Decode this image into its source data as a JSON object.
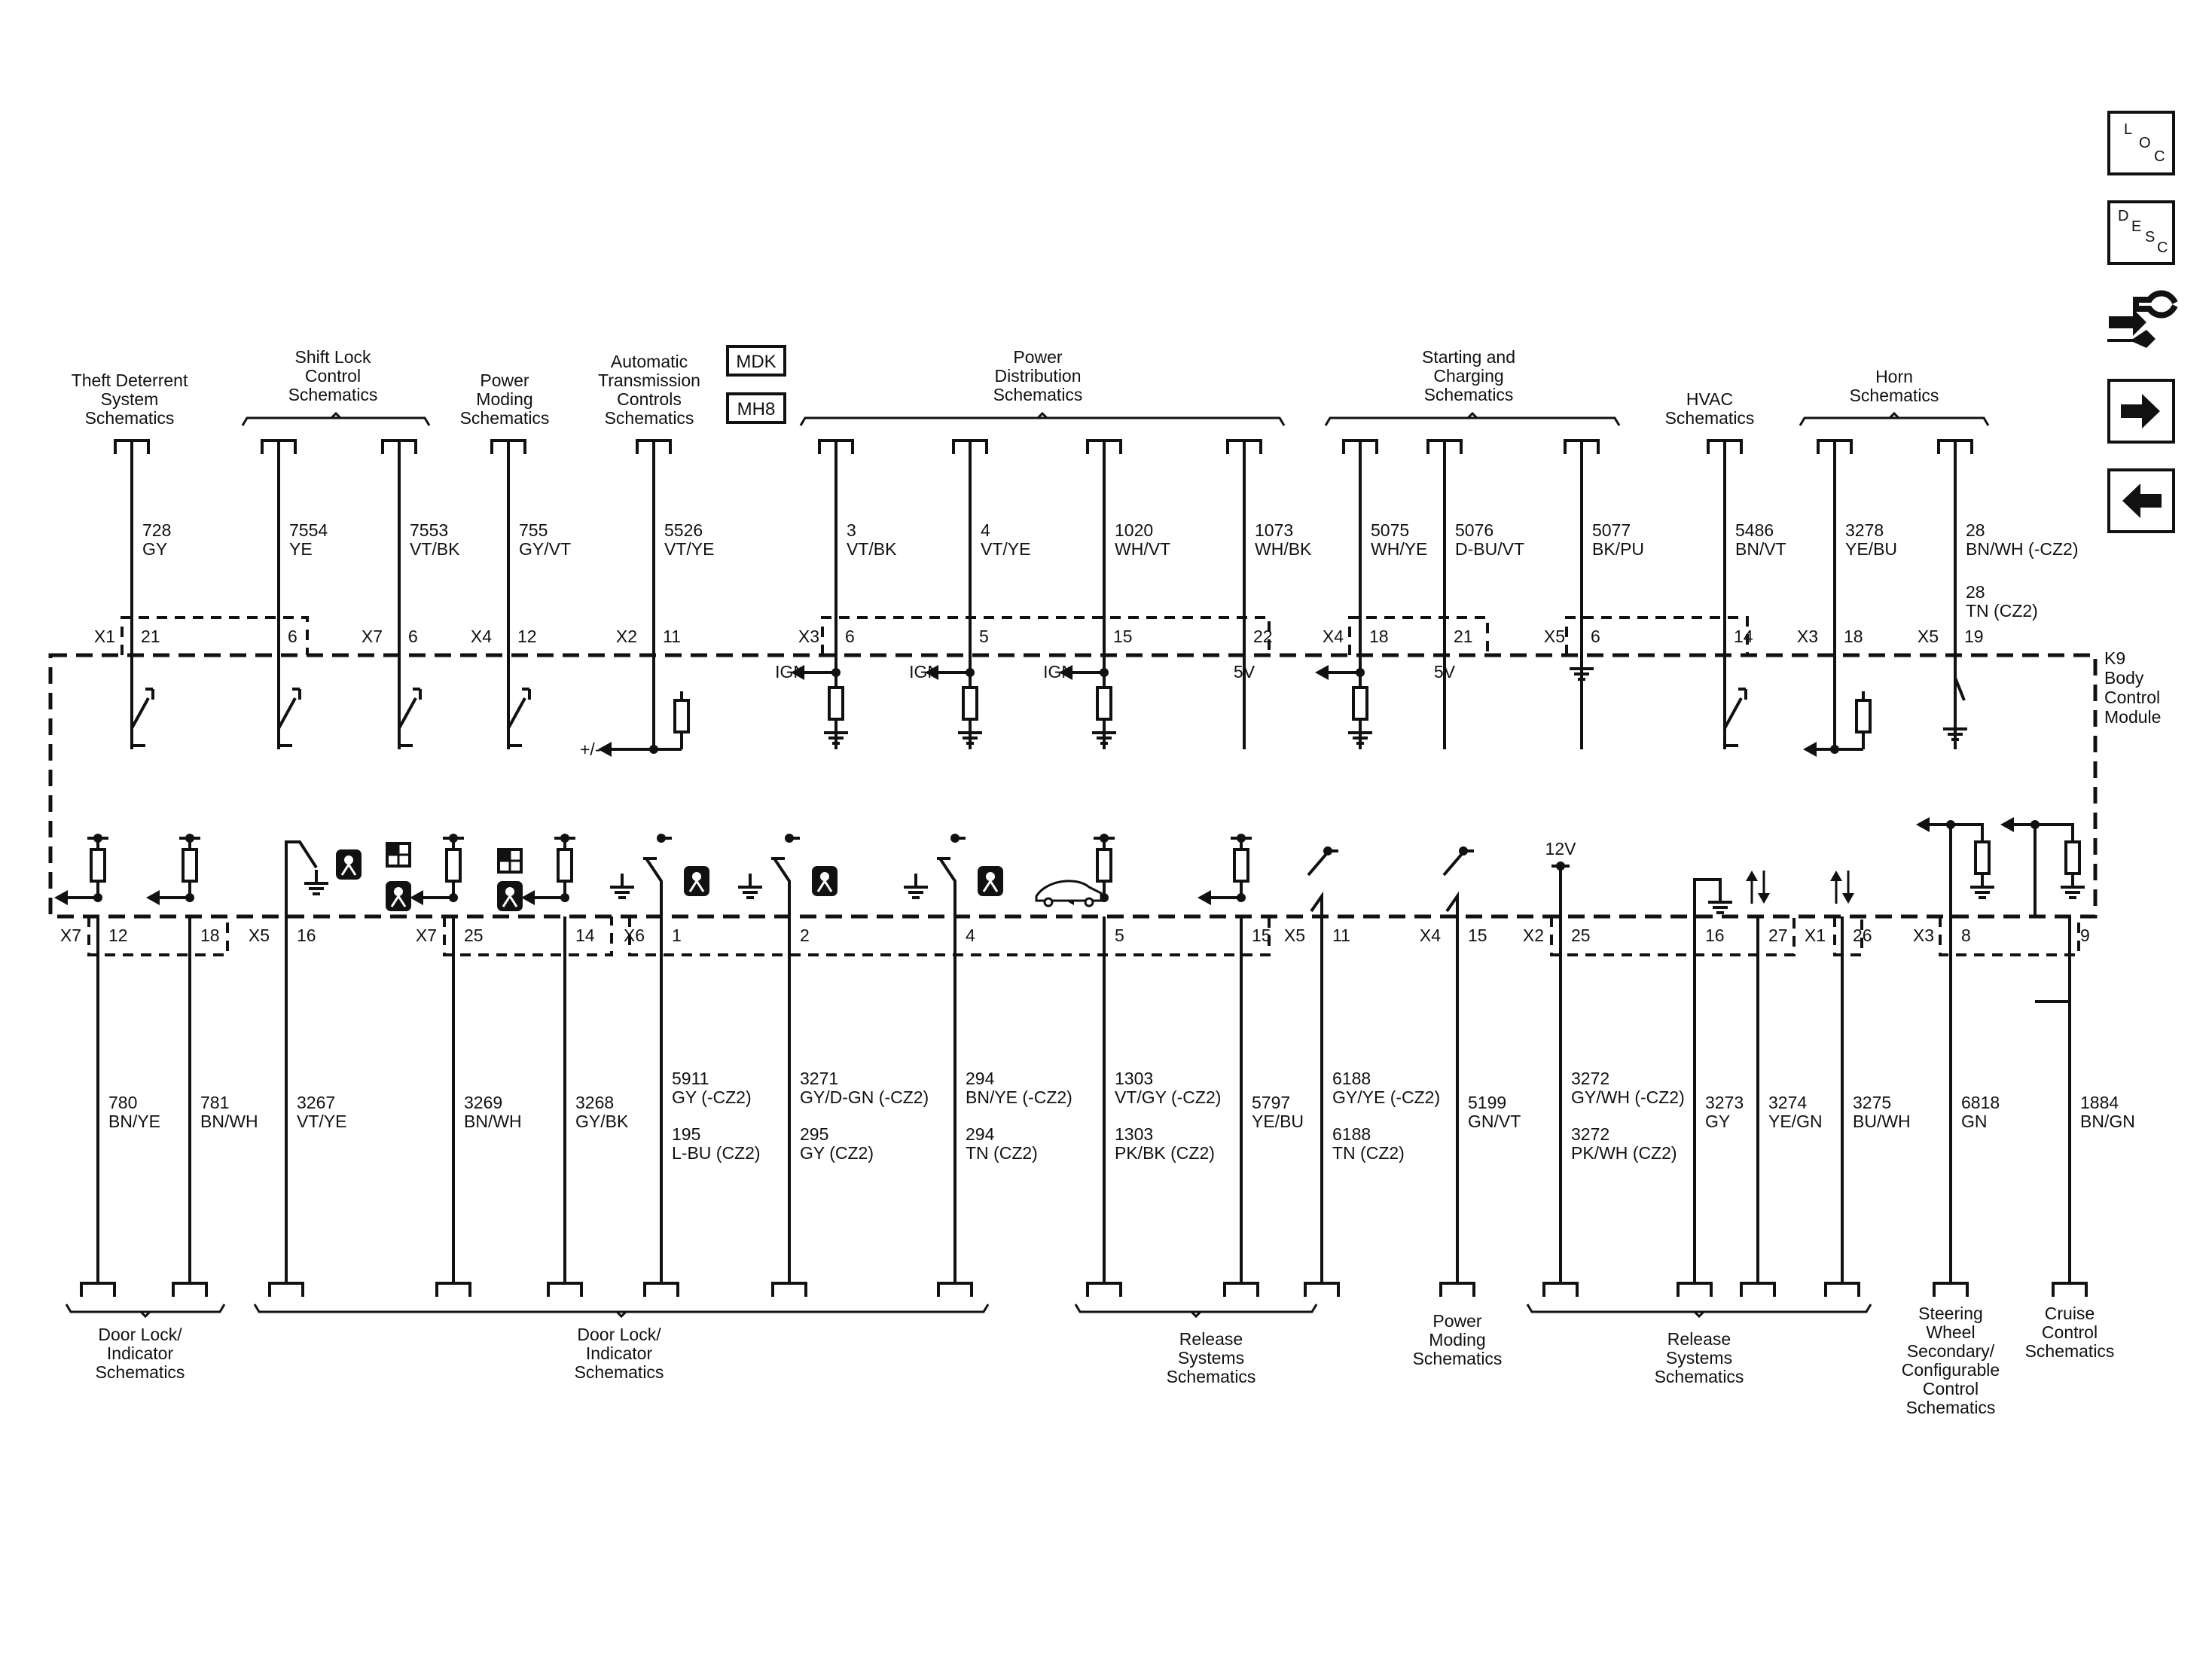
{
  "nav": {
    "loc_letters": [
      "L",
      "O",
      "C"
    ],
    "desc_letters": [
      "D",
      "E",
      "S",
      "C"
    ]
  },
  "options": {
    "mdk": "MDK",
    "mh8": "MH8"
  },
  "module": {
    "lines": [
      "K9",
      "Body",
      "Control",
      "Module"
    ]
  },
  "top": {
    "destinations": [
      {
        "id": "theft",
        "lines": [
          "Theft Deterrent",
          "System",
          "Schematics"
        ]
      },
      {
        "id": "shift",
        "lines": [
          "Shift Lock",
          "Control",
          "Schematics"
        ]
      },
      {
        "id": "pmode",
        "lines": [
          "Power",
          "Moding",
          "Schematics"
        ]
      },
      {
        "id": "atc",
        "lines": [
          "Automatic",
          "Transmission",
          "Controls",
          "Schematics"
        ]
      },
      {
        "id": "pdist",
        "lines": [
          "Power",
          "Distribution",
          "Schematics"
        ]
      },
      {
        "id": "start",
        "lines": [
          "Starting and",
          "Charging",
          "Schematics"
        ]
      },
      {
        "id": "hvac",
        "lines": [
          "HVAC",
          "Schematics"
        ]
      },
      {
        "id": "horn",
        "lines": [
          "Horn",
          "Schematics"
        ]
      }
    ],
    "wires": [
      {
        "circuit": "728",
        "color": "GY",
        "conn": "X1",
        "pin": "21"
      },
      {
        "circuit": "7554",
        "color": "YE",
        "conn": "",
        "pin": "6"
      },
      {
        "circuit": "7553",
        "color": "VT/BK",
        "conn": "X7",
        "pin": "6"
      },
      {
        "circuit": "755",
        "color": "GY/VT",
        "conn": "X4",
        "pin": "12"
      },
      {
        "circuit": "5526",
        "color": "VT/YE",
        "conn": "X2",
        "pin": "11"
      },
      {
        "circuit": "3",
        "color": "VT/BK",
        "conn": "X3",
        "pin": "6"
      },
      {
        "circuit": "4",
        "color": "VT/YE",
        "conn": "",
        "pin": "5"
      },
      {
        "circuit": "1020",
        "color": "WH/VT",
        "conn": "",
        "pin": "15"
      },
      {
        "circuit": "1073",
        "color": "WH/BK",
        "conn": "",
        "pin": "22"
      },
      {
        "circuit": "5075",
        "color": "WH/YE",
        "conn": "X4",
        "pin": "18"
      },
      {
        "circuit": "5076",
        "color": "D-BU/VT",
        "conn": "",
        "pin": "21"
      },
      {
        "circuit": "5077",
        "color": "BK/PU",
        "conn": "X5",
        "pin": "6"
      },
      {
        "circuit": "5486",
        "color": "BN/VT",
        "conn": "",
        "pin": "14"
      },
      {
        "circuit": "3278",
        "color": "YE/BU",
        "conn": "X3",
        "pin": "18"
      },
      {
        "circuit": "28",
        "color": "BN/WH (-CZ2)",
        "circuit2": "28",
        "color2": "TN (CZ2)",
        "conn": "X5",
        "pin": "19"
      }
    ],
    "internal_labels": {
      "ign": "IGN",
      "v5": "5V",
      "pm": "+/-"
    }
  },
  "bottom": {
    "wires": [
      {
        "circuit": "780",
        "color": "BN/YE",
        "conn": "X7",
        "pin": "12"
      },
      {
        "circuit": "781",
        "color": "BN/WH",
        "conn": "",
        "pin": "18"
      },
      {
        "circuit": "3267",
        "color": "VT/YE",
        "conn": "X5",
        "pin": "16"
      },
      {
        "circuit": "3269",
        "color": "BN/WH",
        "conn": "X7",
        "pin": "25"
      },
      {
        "circuit": "3268",
        "color": "GY/BK",
        "conn": "",
        "pin": "14"
      },
      {
        "circuit": "5911",
        "color": "GY (-CZ2)",
        "circuit2": "195",
        "color2": "L-BU (CZ2)",
        "conn": "X6",
        "pin": "1"
      },
      {
        "circuit": "3271",
        "color": "GY/D-GN (-CZ2)",
        "circuit2": "295",
        "color2": "GY (CZ2)",
        "conn": "",
        "pin": "2"
      },
      {
        "circuit": "294",
        "color": "BN/YE (-CZ2)",
        "circuit2": "294",
        "color2": "TN (CZ2)",
        "conn": "",
        "pin": "4"
      },
      {
        "circuit": "1303",
        "color": "VT/GY (-CZ2)",
        "circuit2": "1303",
        "color2": "PK/BK (CZ2)",
        "conn": "",
        "pin": "5"
      },
      {
        "circuit": "5797",
        "color": "YE/BU",
        "conn": "",
        "pin": "15"
      },
      {
        "circuit": "6188",
        "color": "GY/YE (-CZ2)",
        "circuit2": "6188",
        "color2": "TN (CZ2)",
        "conn": "X5",
        "pin": "11"
      },
      {
        "circuit": "5199",
        "color": "GN/VT",
        "conn": "X4",
        "pin": "15"
      },
      {
        "circuit": "3272",
        "color": "GY/WH (-CZ2)",
        "circuit2": "3272",
        "color2": "PK/WH (CZ2)",
        "conn": "X2",
        "pin": "25"
      },
      {
        "circuit": "3273",
        "color": "GY",
        "conn": "",
        "pin": "16"
      },
      {
        "circuit": "3274",
        "color": "YE/GN",
        "conn": "",
        "pin": "27"
      },
      {
        "circuit": "3275",
        "color": "BU/WH",
        "conn": "X1",
        "pin": "26"
      },
      {
        "circuit": "6818",
        "color": "GN",
        "conn": "X3",
        "pin": "8"
      },
      {
        "circuit": "1884",
        "color": "BN/GN",
        "conn": "",
        "pin": "9"
      }
    ],
    "internal_labels": {
      "v12": "12V"
    },
    "destinations": [
      {
        "id": "doorlock1",
        "lines": [
          "Door Lock/",
          "Indicator",
          "Schematics"
        ]
      },
      {
        "id": "doorlock2",
        "lines": [
          "Door Lock/",
          "Indicator",
          "Schematics"
        ]
      },
      {
        "id": "release1",
        "lines": [
          "Release",
          "Systems",
          "Schematics"
        ]
      },
      {
        "id": "pmode2",
        "lines": [
          "Power",
          "Moding",
          "Schematics"
        ]
      },
      {
        "id": "release2",
        "lines": [
          "Release",
          "Systems",
          "Schematics"
        ]
      },
      {
        "id": "steering",
        "lines": [
          "Steering",
          "Wheel",
          "Secondary/",
          "Configurable",
          "Control",
          "Schematics"
        ]
      },
      {
        "id": "cruise",
        "lines": [
          "Cruise",
          "Control",
          "Schematics"
        ]
      }
    ]
  }
}
